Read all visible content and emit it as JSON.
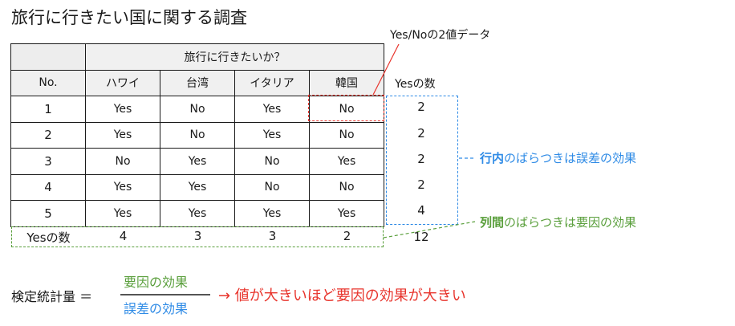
{
  "title": "旅行に行きたい国に関する調査",
  "table": {
    "group_header": "旅行に行きたいか？",
    "no_header": "No.",
    "countries": [
      "ハワイ",
      "台湾",
      "イタリア",
      "韓国"
    ],
    "rows": [
      {
        "no": "1",
        "values": [
          "Yes",
          "No",
          "Yes",
          "No"
        ]
      },
      {
        "no": "2",
        "values": [
          "Yes",
          "No",
          "Yes",
          "No"
        ]
      },
      {
        "no": "3",
        "values": [
          "No",
          "Yes",
          "No",
          "Yes"
        ]
      },
      {
        "no": "4",
        "values": [
          "Yes",
          "Yes",
          "No",
          "No"
        ]
      },
      {
        "no": "5",
        "values": [
          "Yes",
          "Yes",
          "Yes",
          "Yes"
        ]
      }
    ],
    "total_label": "Yesの数",
    "column_totals": [
      "4",
      "3",
      "3",
      "2"
    ]
  },
  "row_totals": {
    "header": "Yesの数",
    "values": [
      "2",
      "2",
      "2",
      "2",
      "4"
    ],
    "grand_total": "12"
  },
  "annotations": {
    "binary_data": "Yes/Noの2値データ",
    "within_row_strong": "行内",
    "within_row_rest": "のばらつきは誤差の効果",
    "between_col_strong": "列間",
    "between_col_rest": "のばらつきは要因の効果"
  },
  "formula": {
    "label": "検定統計量 ＝",
    "numerator": "要因の効果",
    "denominator": "誤差の効果",
    "conclusion": "→ 値が大きいほど要因の効果が大きい"
  },
  "colors": {
    "red": "#e8342c",
    "blue": "#2f8be6",
    "green": "#5a9f3c"
  }
}
